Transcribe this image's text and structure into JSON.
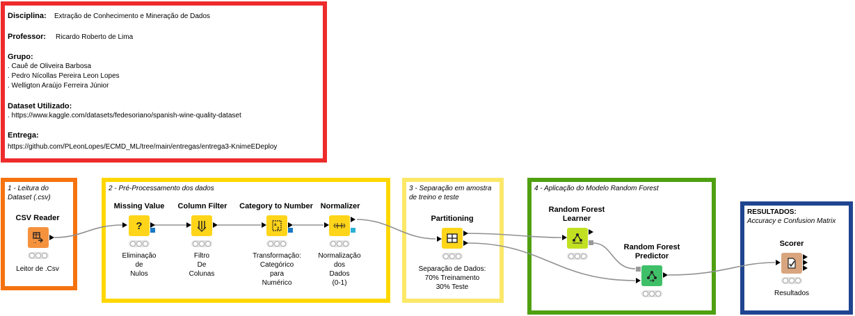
{
  "info": {
    "disciplina_label": "Disciplina:",
    "disciplina_value": "Extração de Conhecimento e Mineração de Dados",
    "professor_label": "Professor:",
    "professor_value": "Ricardo Roberto de Lima",
    "grupo_label": "Grupo:",
    "grupo_members": [
      ". Cauê de Oliveira Barbosa",
      ". Pedro Nícollas Pereira Leon Lopes",
      ". Welligton Araújo Ferreira Júnior"
    ],
    "dataset_label": "Dataset Utilizado:",
    "dataset_value": ". https://www.kaggle.com/datasets/fedesoriano/spanish-wine-quality-dataset",
    "entrega_label": "Entrega:",
    "entrega_value": "https://github.com/PLeonLopes/ECMD_ML/tree/main/entregas/entrega3-KnimeEDeploy"
  },
  "annotations": {
    "a1": "1 - Leitura do Dataset (.csv)",
    "a2": "2 - Pré-Processamento dos dados",
    "a3": "3 - Separação em amostra de treino e teste",
    "a4": "4 - Aplicação do Modelo Random Forest",
    "a5_title": "RESULTADOS:",
    "a5_sub": "Accuracy e Confusion Matrix"
  },
  "nodes": {
    "csv_reader": {
      "title": "CSV Reader",
      "label": "Leitor de .Csv",
      "icon": "table-arrow-icon"
    },
    "missing_value": {
      "title": "Missing Value",
      "label_lines": [
        "Eliminação",
        "de",
        "Nulos"
      ],
      "icon": "question-mark-icon"
    },
    "column_filter": {
      "title": "Column Filter",
      "label_lines": [
        "Filtro",
        "De",
        "Colunas"
      ],
      "icon": "column-filter-icon"
    },
    "category_to_number": {
      "title": "Category to Number",
      "label_lines": [
        "Transformação:",
        "Categórico",
        "para",
        "Numérico"
      ],
      "icon": "category-number-icon"
    },
    "normalizer": {
      "title": "Normalizer",
      "label_lines": [
        "Normalização",
        "dos",
        "Dados",
        "(0-1)"
      ],
      "icon": "normalizer-icon"
    },
    "partitioning": {
      "title": "Partitioning",
      "label_lines": [
        "Separação de Dados:",
        "70% Treinamento",
        "30% Teste"
      ],
      "icon": "grid-partition-icon"
    },
    "rf_learner": {
      "title_lines": [
        "Random Forest",
        "Learner"
      ],
      "icon": "tree-learner-icon"
    },
    "rf_predictor": {
      "title_lines": [
        "Random Forest",
        "Predictor"
      ],
      "icon": "tree-predictor-icon"
    },
    "scorer": {
      "title": "Scorer",
      "label": "Resultados",
      "icon": "scorer-icon"
    }
  },
  "colors": {
    "info_border": "#ee2b2b",
    "anno1": "#f5730f",
    "anno2": "#ffd700",
    "anno3": "#fbe869",
    "anno4": "#4fa011",
    "anno5": "#1f4590",
    "reader_node": "#f5923e",
    "manipulator_node": "#ffd51a",
    "learner_node": "#c2e022",
    "predictor_node": "#3fc068",
    "scorer_node": "#d9a57e"
  }
}
